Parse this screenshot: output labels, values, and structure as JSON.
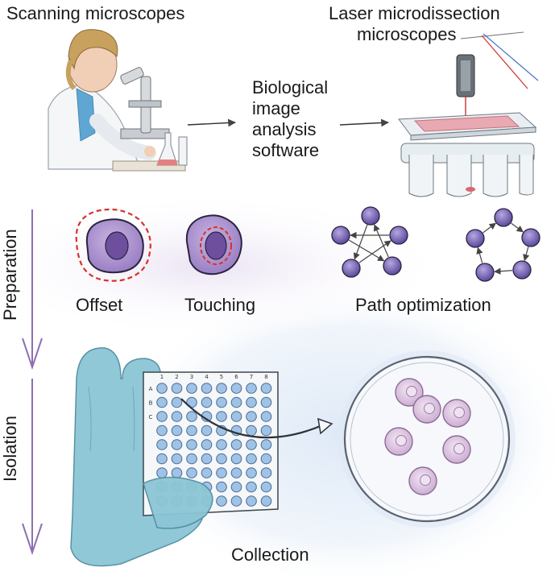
{
  "labels": {
    "scanning": "Scanning microscopes",
    "laser_line1": "Laser microdissection",
    "laser_line2": "microscopes",
    "software": [
      "Biological",
      "image",
      "analysis",
      "software"
    ],
    "offset": "Offset",
    "touching": "Touching",
    "path_optimization": "Path optimization",
    "collection": "Collection",
    "preparation": "Preparation",
    "isolation": "Isolation"
  },
  "plate": {
    "column_numbers": [
      "1",
      "2",
      "3",
      "4",
      "5",
      "6",
      "7",
      "8"
    ],
    "row_letters": [
      "A",
      "B",
      "C"
    ]
  },
  "colors": {
    "cell_purple": "#8a6fc0",
    "node_purple": "#6a5aa8",
    "dashed_red": "#d9302c",
    "glove_blue": "#8cc6d6",
    "well_blue": "#9fc3e6",
    "dish_purple": "#d8c8ea",
    "arrow_violet": "#8e6fb3"
  }
}
